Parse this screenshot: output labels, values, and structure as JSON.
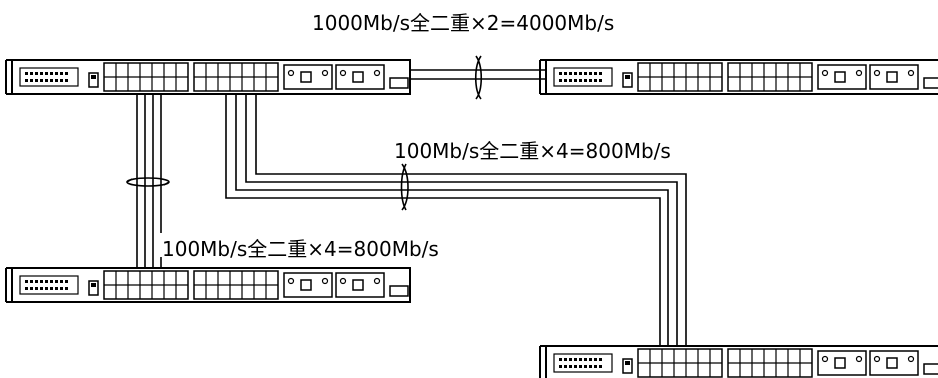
{
  "labels": {
    "top": "1000Mb/s全二重×2=4000Mb/s",
    "middle": "100Mb/s全二重×4=800Mb/s",
    "left": "100Mb/s全二重×4=800Mb/s"
  },
  "colors": {
    "stroke": "#000000",
    "background": "#ffffff"
  },
  "switches": [
    "switch-top-left",
    "switch-top-right",
    "switch-bottom-left",
    "switch-bottom-right"
  ]
}
